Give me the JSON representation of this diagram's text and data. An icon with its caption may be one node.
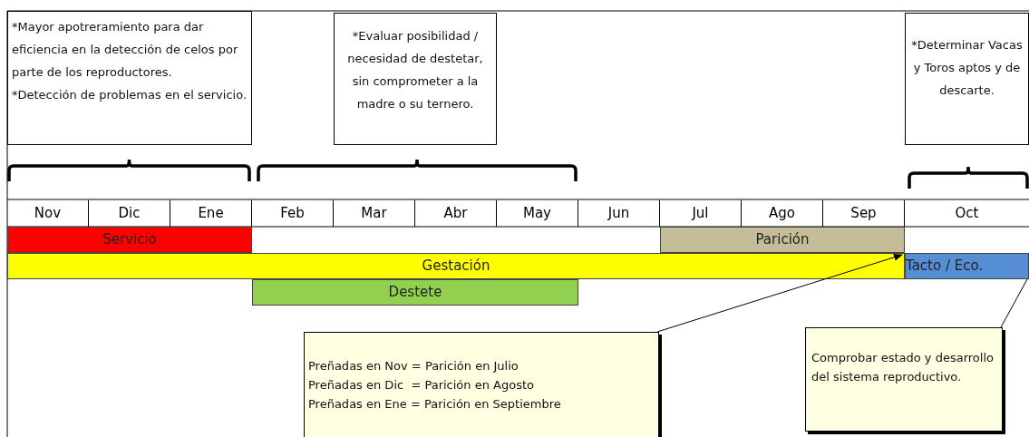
{
  "diagram": {
    "nodes": [
      {
        "text": [
          "*Mayor apotreramiento para dar eficiencia en la detección de celos por parte de los reproductores.",
          "*Detección de problemas en el servicio."
        ]
      },
      {
        "text": [
          "*Evaluar posibilidad / necesidad de destetar, sin comprometer a la madre o su ternero."
        ]
      },
      {
        "text": [
          "*Determinar Vacas y Toros aptos y de descarte."
        ]
      },
      {
        "text": [
          "Servicio"
        ]
      },
      {
        "text": [
          "Parición"
        ]
      },
      {
        "text": [
          "Gestación"
        ]
      },
      {
        "text": [
          "Tacto / Eco."
        ]
      },
      {
        "text": [
          "Destete"
        ]
      },
      {
        "text": [
          "Preñadas en Nov = Parición en Julio",
          "Preñadas en Dic  = Parición en Agosto",
          "Preñadas en Ene = Parición en Septiembre"
        ]
      },
      {
        "text": [
          "Comprobar estado y desarrollo del sistema reproductivo."
        ]
      }
    ],
    "edges": [
      {
        "from": 8,
        "to": 5,
        "arrow": "to"
      },
      {
        "from": 9,
        "to": 6,
        "arrow": "none"
      }
    ],
    "labels": [
      "Nov",
      "Dic",
      "Ene",
      "Feb",
      "Mar",
      "Abr",
      "May",
      "Jun",
      "Jul",
      "Ago",
      "Sep",
      "Oct"
    ]
  }
}
